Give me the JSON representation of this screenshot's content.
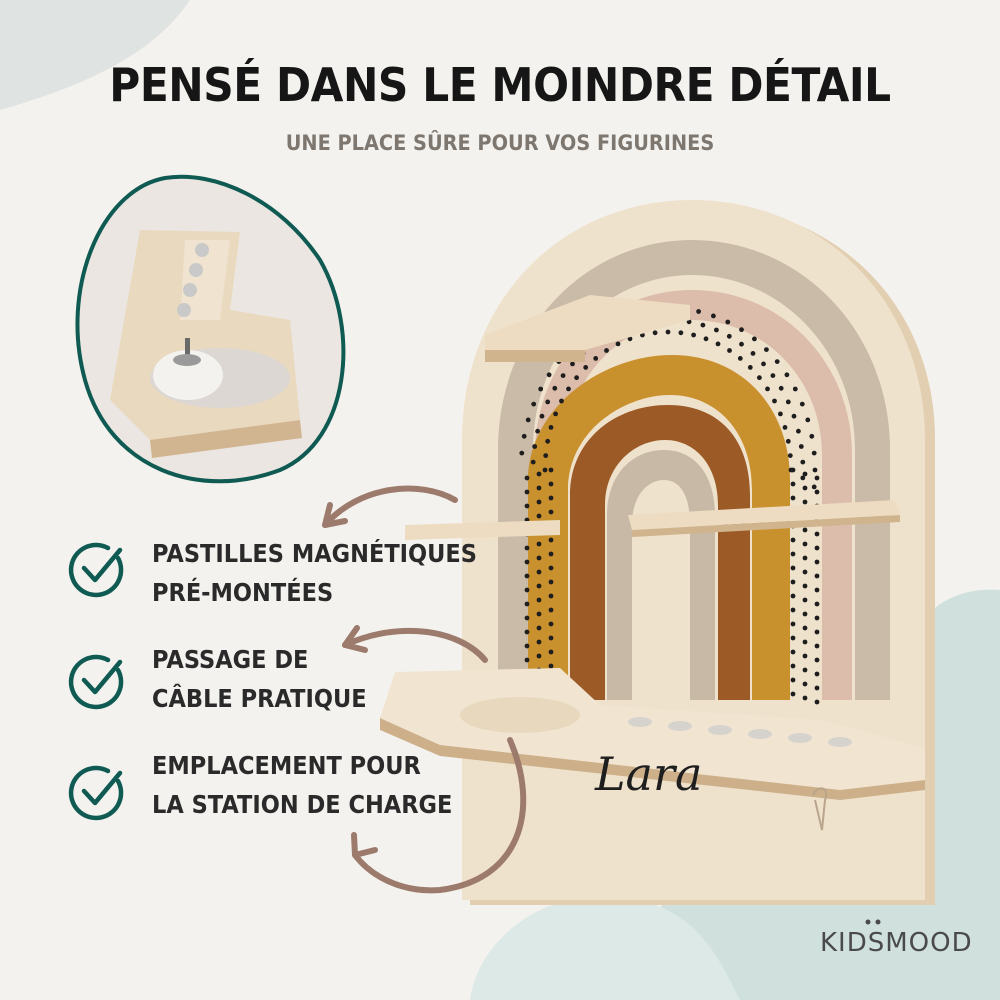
{
  "header": {
    "title": "PENSÉ DANS LE MOINDRE DÉTAIL",
    "subtitle": "UNE PLACE SÛRE POUR VOS FIGURINES"
  },
  "features": [
    {
      "line1": "PASTILLES MAGNÉTIQUES",
      "line2": "PRÉ-MONTÉES",
      "icon": "check-circle-icon"
    },
    {
      "line1": "PASSAGE DE",
      "line2": "CÂBLE PRATIQUE",
      "icon": "check-circle-icon"
    },
    {
      "line1": "EMPLACEMENT POUR",
      "line2": "LA STATION DE CHARGE",
      "icon": "check-circle-icon"
    }
  ],
  "product": {
    "engraved_name": "Lara"
  },
  "brand": {
    "logo_text": "KIDSMOOD"
  },
  "colors": {
    "accent_green": "#0f5a52",
    "arrow_brown": "#9c7a6c",
    "wood": "#ecdcc3",
    "mustard": "#c9902e",
    "rust": "#9c5a26",
    "dusty_pink": "#d9b8a6",
    "taupe": "#c7b9a6",
    "mint_blob": "#cfe0dd",
    "text_dark": "#161616",
    "text_grey": "#7d7770"
  }
}
